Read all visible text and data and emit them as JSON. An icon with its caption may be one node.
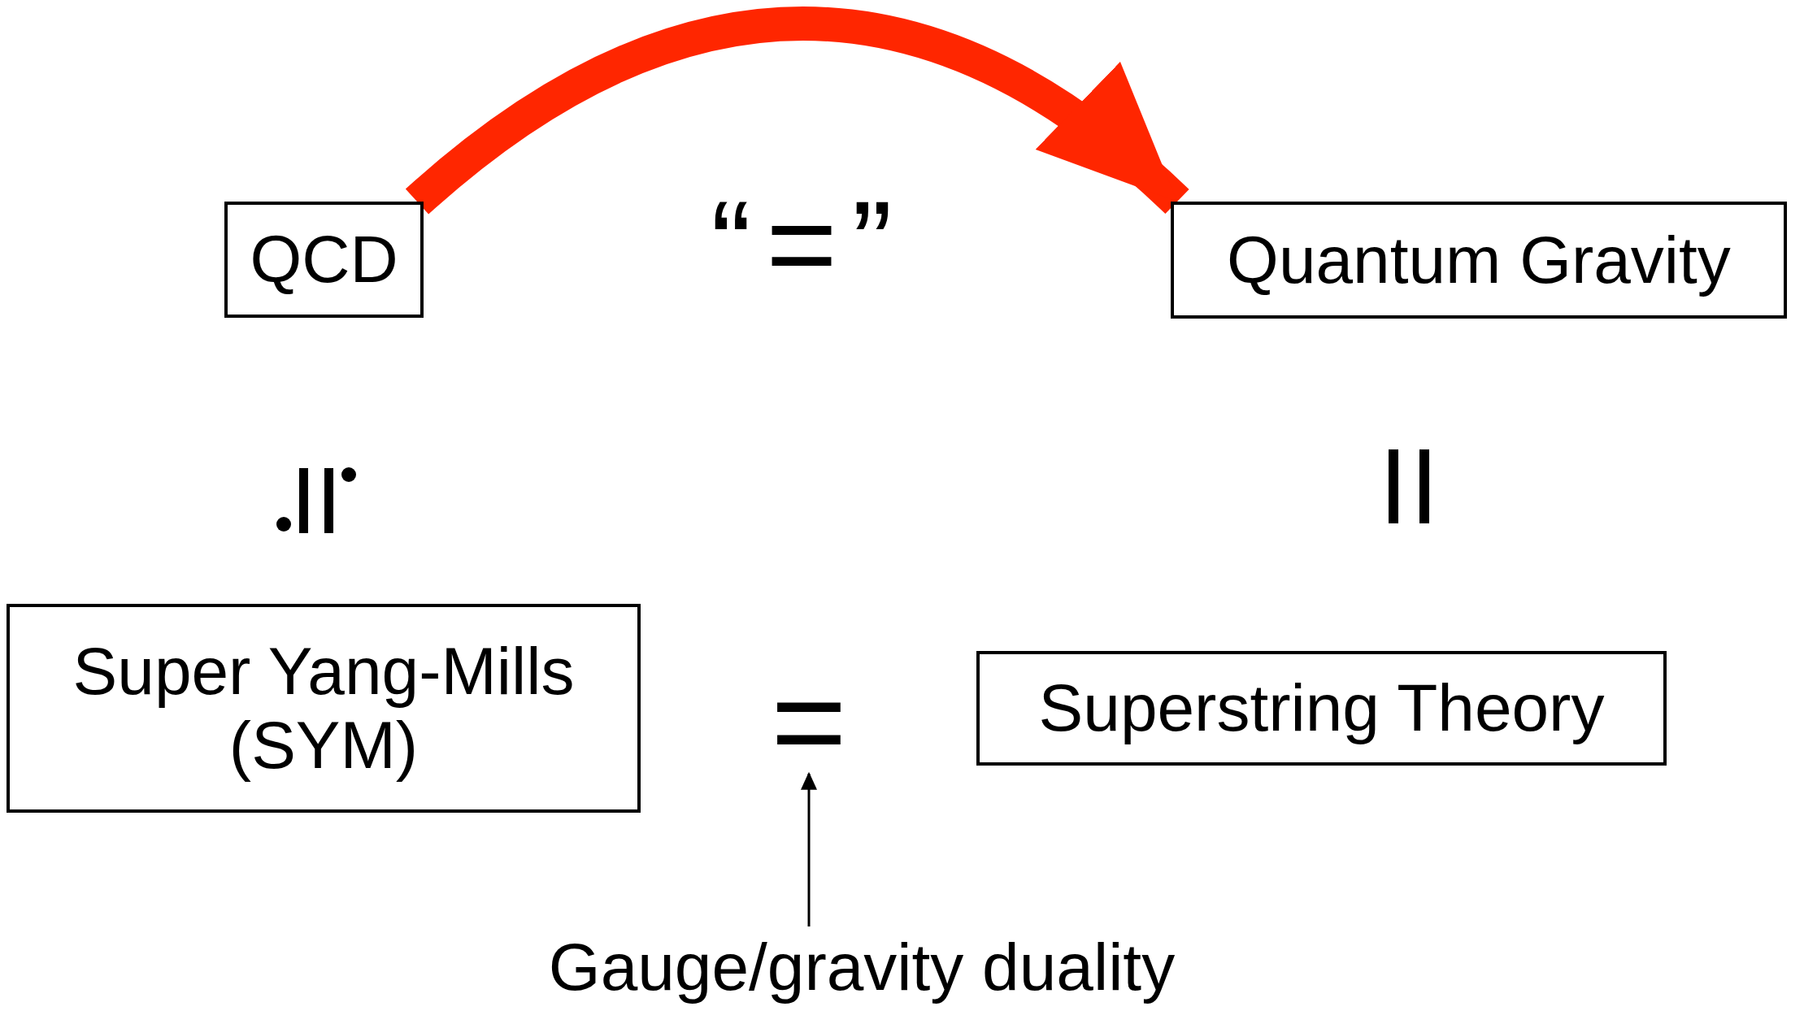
{
  "diagram": {
    "nodes": [
      {
        "text": [
          "QCD"
        ]
      },
      {
        "text": [
          "Quantum Gravity"
        ]
      },
      {
        "text": [
          "Super Yang-Mills (SYM)"
        ]
      },
      {
        "text": [
          "Superstring Theory"
        ]
      },
      {
        "text": [
          "Gauge/gravity duality"
        ]
      },
      {
        "text": [
          "="
        ]
      }
    ],
    "edges": [
      {
        "from": 0,
        "to": 1,
        "arrow": "to",
        "style": "thick",
        "color": "#ff2600"
      },
      {
        "from": 4,
        "to": 5,
        "arrow": "to",
        "color": "#000000"
      }
    ],
    "labels": [
      "“=”"
    ]
  }
}
